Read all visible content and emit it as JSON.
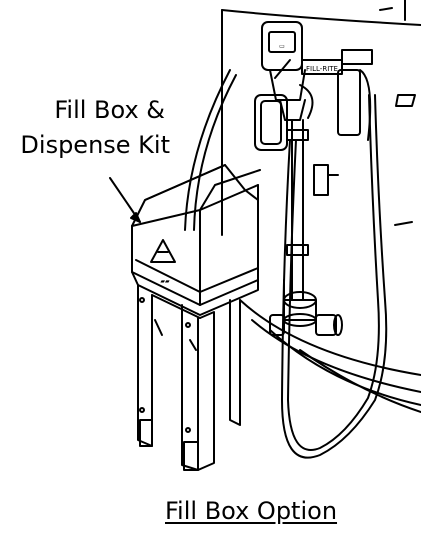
{
  "callout": {
    "line1": "Fill Box &",
    "line2": "Dispense Kit"
  },
  "caption": "Fill Box Option",
  "device": {
    "meter_label": "FILL-RITE"
  }
}
